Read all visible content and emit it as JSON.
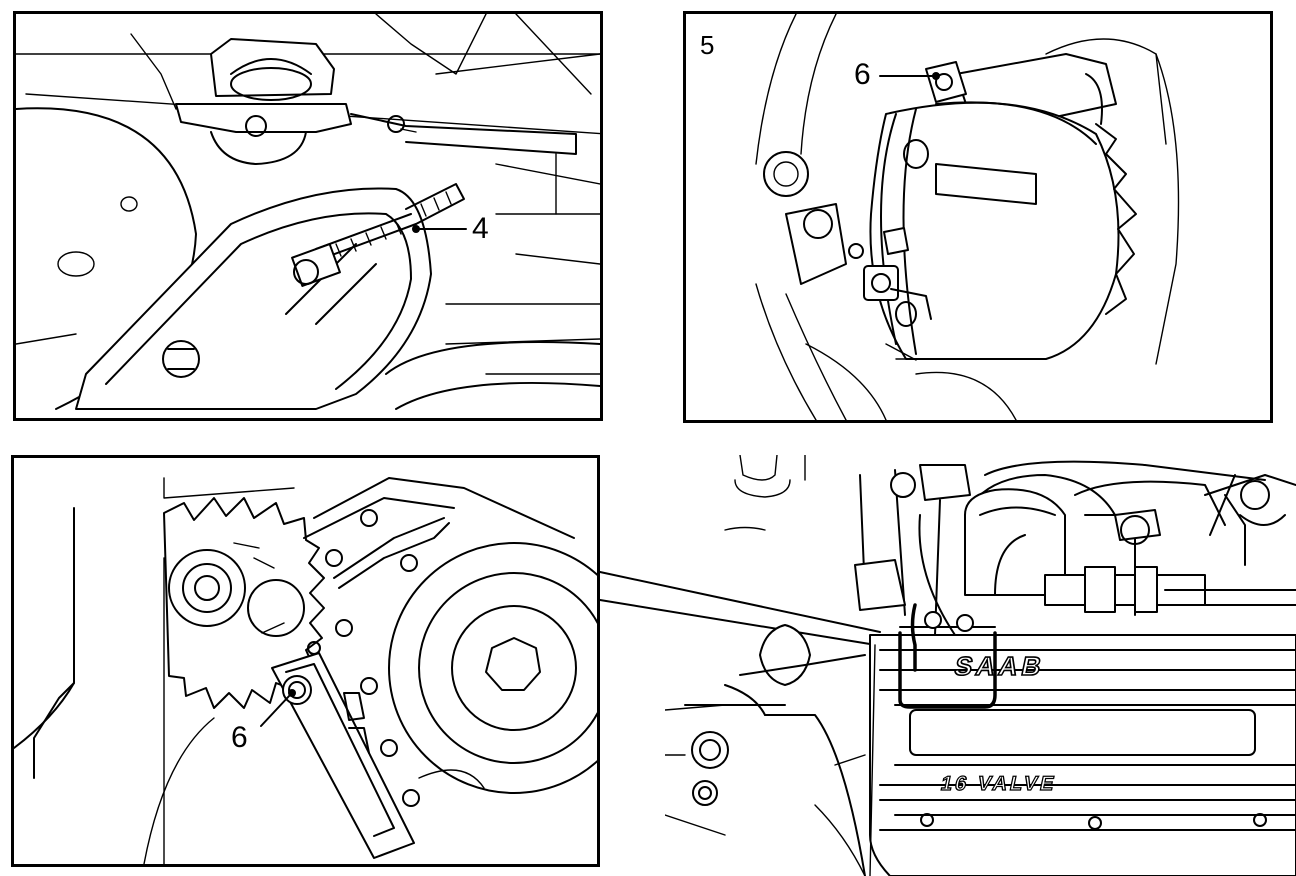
{
  "panels": {
    "top_left": {
      "callouts": [
        "4"
      ]
    },
    "top_right": {
      "step": "5",
      "callouts": [
        "6"
      ]
    },
    "bottom_left": {
      "callouts": [
        "6"
      ]
    },
    "engine_view": {
      "cover_lettering": [
        "SAAB",
        "16 VALVE"
      ]
    }
  },
  "colors": {
    "ink": "#000000",
    "paper": "#ffffff"
  }
}
